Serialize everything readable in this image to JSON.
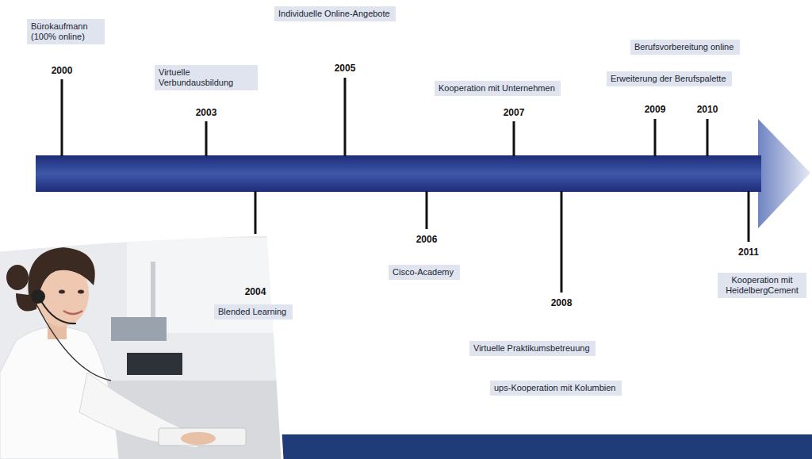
{
  "diagram": {
    "nodes": [
      {
        "text": [
          "Bürokaufmann (100% online)"
        ]
      },
      {
        "text": [
          "Individuelle Online-Angebote"
        ]
      },
      {
        "text": [
          "Virtuelle Verbundausbildung"
        ]
      },
      {
        "text": [
          "Berufsvorbereitung online"
        ]
      },
      {
        "text": [
          "Erweiterung der Berufspalette"
        ]
      },
      {
        "text": [
          "Kooperation mit Unternehmen"
        ]
      },
      {
        "text": [
          "Cisco-Academy"
        ]
      },
      {
        "text": [
          "Kooperation mit HeidelbergCement"
        ]
      },
      {
        "text": [
          "Blended Learning"
        ]
      },
      {
        "text": [
          "Virtuelle Praktikumsbetreuung"
        ]
      },
      {
        "text": [
          "ups-Kooperation mit Kolumbien"
        ]
      }
    ],
    "labels": [
      "2000",
      "2003",
      "2004",
      "2005",
      "2006",
      "2007",
      "2008",
      "2009",
      "2010",
      "2011"
    ]
  }
}
